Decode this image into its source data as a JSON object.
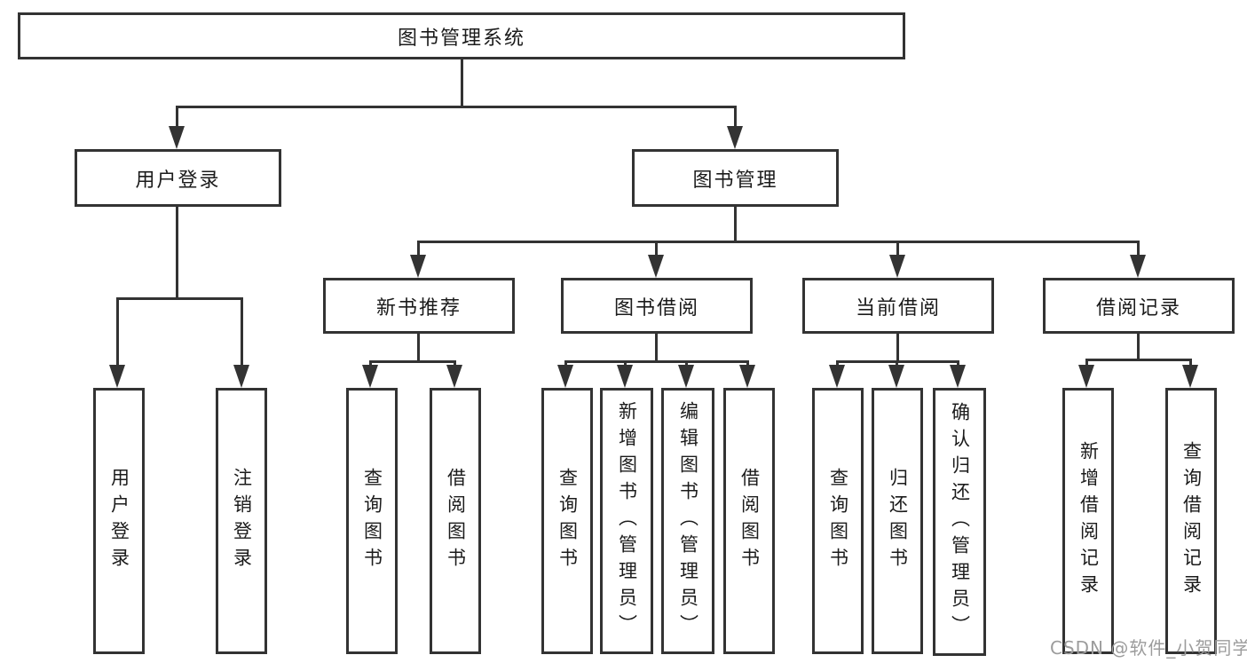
{
  "diagram": {
    "root": {
      "label": "图书管理系统"
    },
    "branches": [
      {
        "label": "用户登录",
        "children": [
          "用户登录",
          "注销登录"
        ]
      },
      {
        "label": "图书管理",
        "sections": [
          {
            "label": "新书推荐",
            "children": [
              "查询图书",
              "借阅图书"
            ]
          },
          {
            "label": "图书借阅",
            "children": [
              "查询图书",
              "新增图书（管理员）",
              "编辑图书（管理员）",
              "借阅图书"
            ]
          },
          {
            "label": "当前借阅",
            "children": [
              "查询图书",
              "归还图书",
              "确认归还（管理员）"
            ]
          },
          {
            "label": "借阅记录",
            "children": [
              "新增借阅记录",
              "查询借阅记录"
            ]
          }
        ]
      }
    ]
  },
  "watermark": "CSDN @软件_小贺同学",
  "colors": {
    "line": "#333333",
    "text": "#1b1b1b",
    "background": "#ffffff",
    "watermark": "#9c9c9c"
  }
}
